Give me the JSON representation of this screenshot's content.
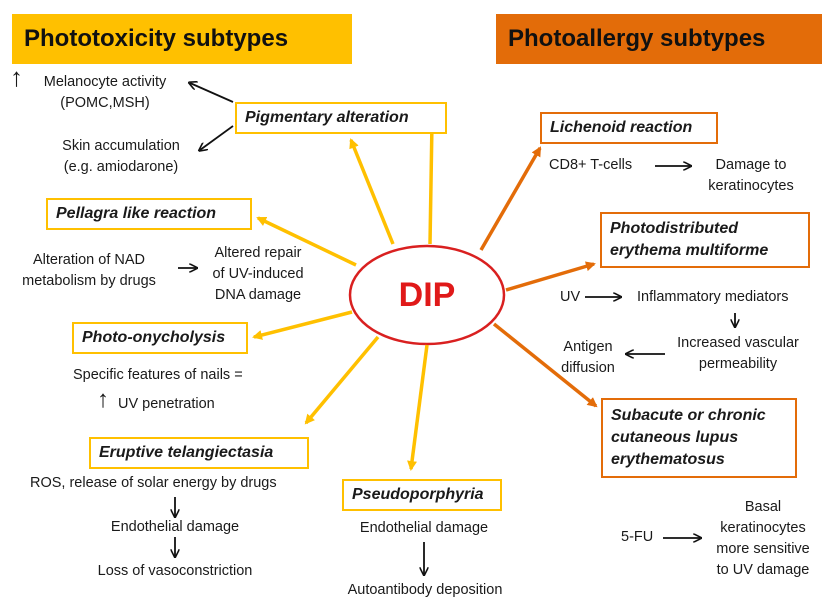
{
  "headers": {
    "phototoxicity": "Phototoxicity subtypes",
    "photoallergy": "Photoallergy subtypes"
  },
  "center": {
    "label": "DIP"
  },
  "phototoxicity": {
    "pigmentary": {
      "title": "Pigmentary alteration",
      "up_arrow": "↑",
      "melanocyte_line1": "Melanocyte activity",
      "melanocyte_line2": "(POMC,MSH)",
      "skin_line1": "Skin accumulation",
      "skin_line2": "(e.g. amiodarone)"
    },
    "pellagra": {
      "title": "Pellagra like reaction",
      "alteration_line1": "Alteration of NAD",
      "alteration_line2": "metabolism by drugs",
      "repair_line1": "Altered repair",
      "repair_line2": "of UV-induced",
      "repair_line3": "DNA damage"
    },
    "onycholysis": {
      "title": "Photo-onycholysis",
      "feature": "Specific features of nails =",
      "up_arrow": "↑",
      "uv": "UV penetration"
    },
    "telangiectasia": {
      "title": "Eruptive telangiectasia",
      "ros": "ROS, release of solar energy by drugs",
      "endothelial": "Endothelial damage",
      "loss": "Loss of vasoconstriction"
    },
    "pseudoporphyria": {
      "title": "Pseudoporphyria",
      "endothelial": "Endothelial damage",
      "autoantibody": "Autoantibody deposition"
    }
  },
  "photoallergy": {
    "lichenoid": {
      "title": "Lichenoid reaction",
      "cd8": "CD8+ T-cells",
      "damage_line1": "Damage to",
      "damage_line2": "keratinocytes"
    },
    "erythema": {
      "title_line1": "Photodistributed",
      "title_line2": "erythema multiforme",
      "uv": "UV",
      "mediators": "Inflammatory mediators",
      "increased_line1": "Increased vascular",
      "increased_line2": "permeability",
      "antigen_line1": "Antigen",
      "antigen_line2": "diffusion"
    },
    "lupus": {
      "title_line1": "Subacute or chronic",
      "title_line2": "cutaneous lupus",
      "title_line3": "erythematosus",
      "fu": "5-FU",
      "basal_line1": "Basal",
      "basal_line2": "keratinocytes",
      "basal_line3": "more sensitive",
      "basal_line4": "to UV damage"
    }
  },
  "colors": {
    "yellow": "#ffc000",
    "orange": "#e36c09",
    "center_red": "#e01919"
  }
}
